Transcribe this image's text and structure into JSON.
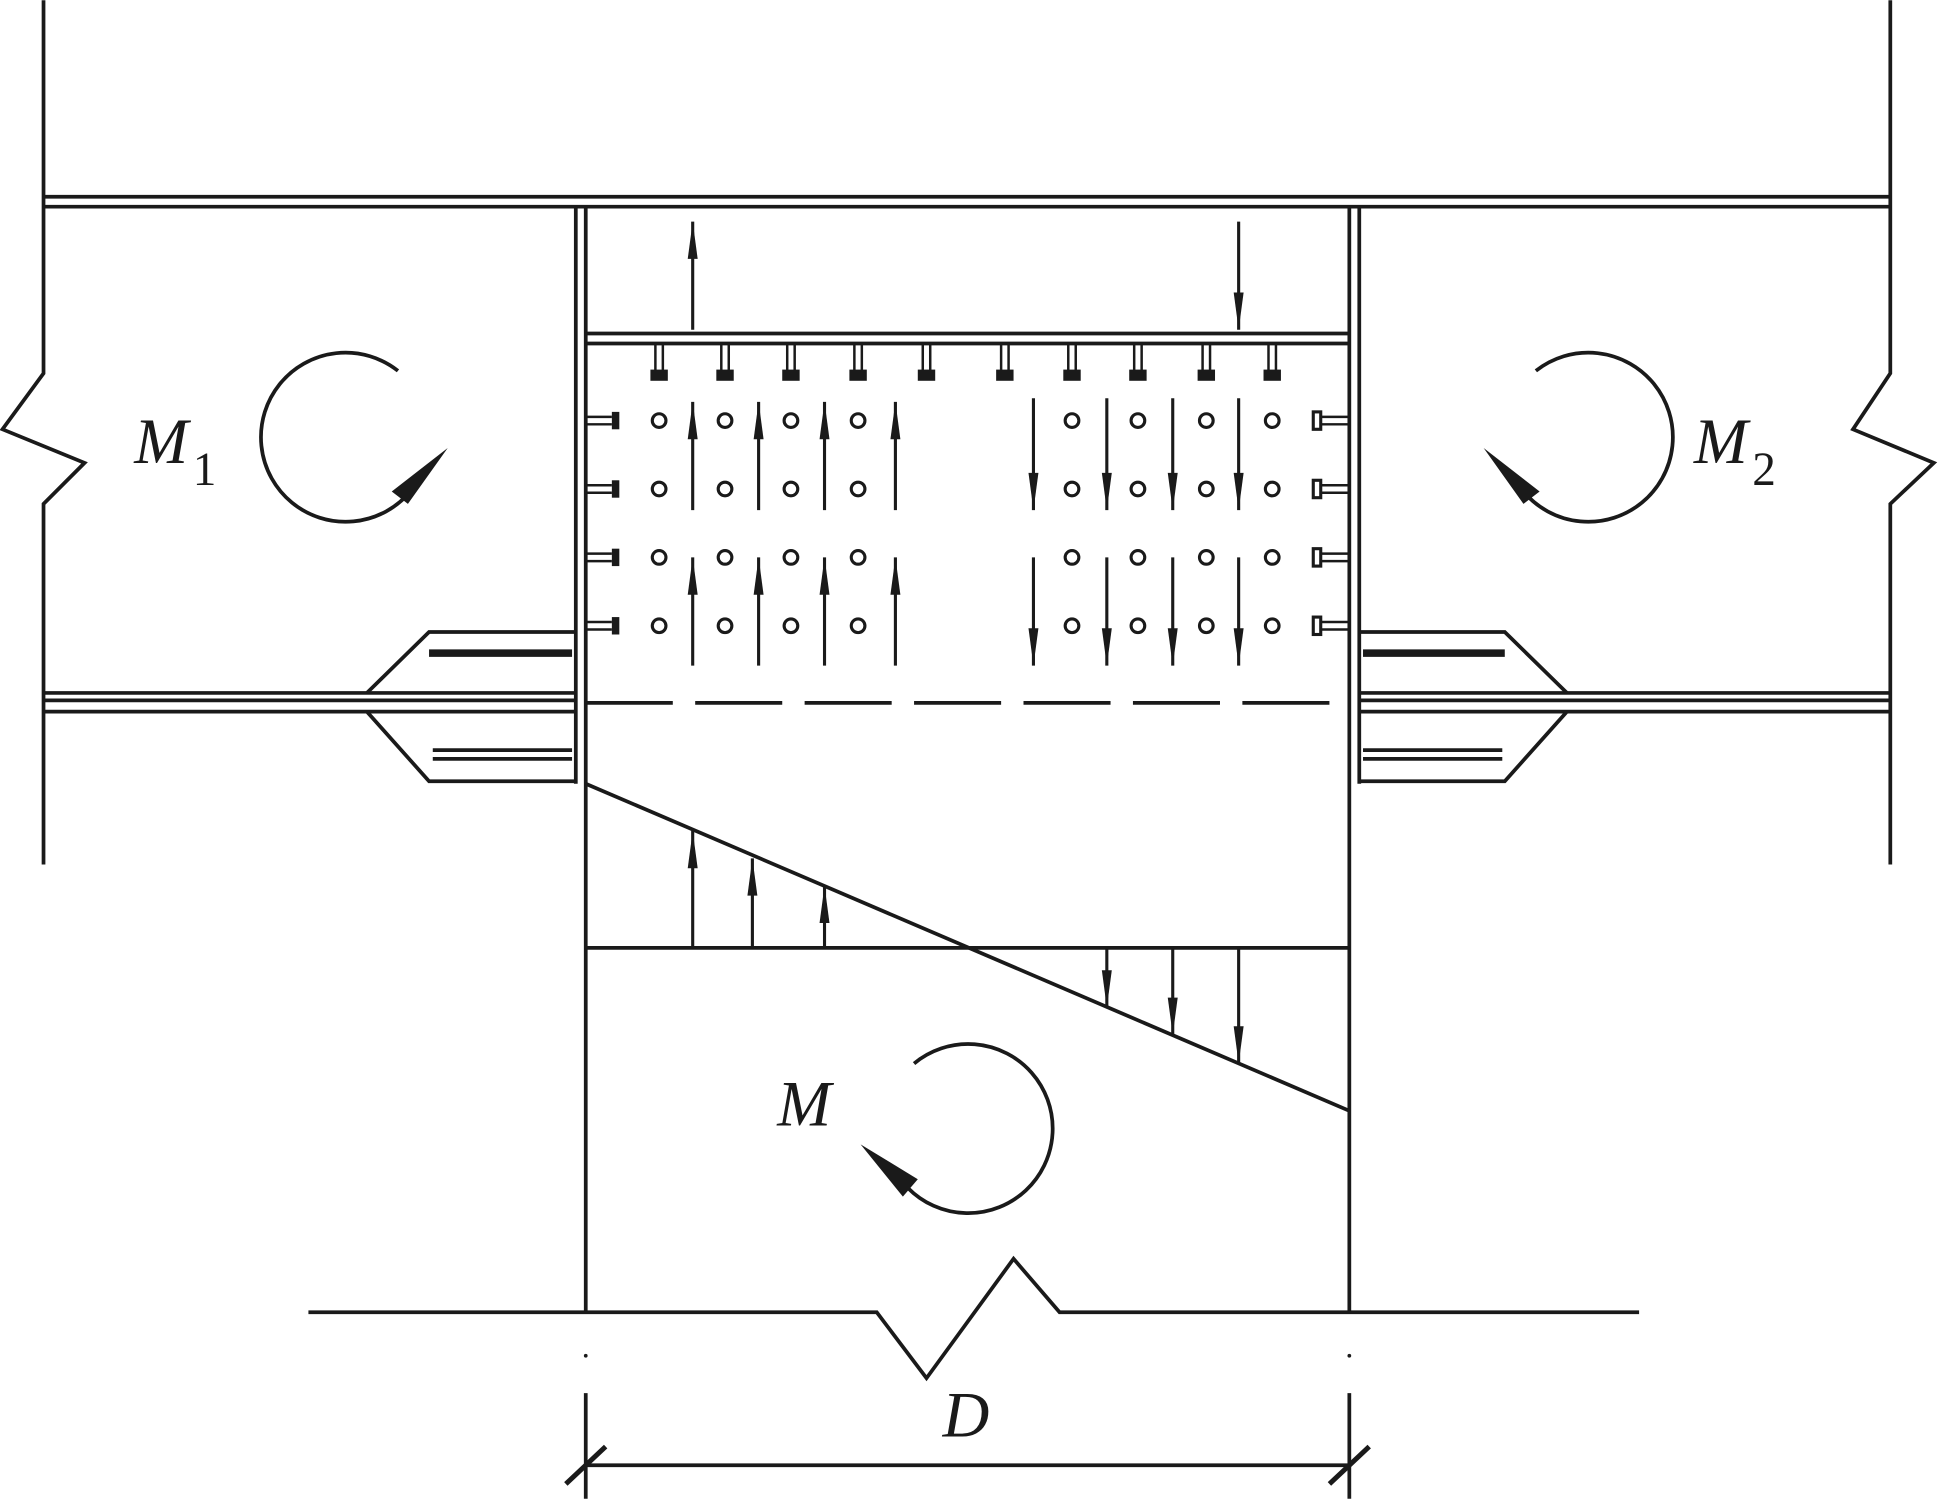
{
  "labels": {
    "m1": {
      "main": "M",
      "sub": "1"
    },
    "m2": {
      "main": "M",
      "sub": "2"
    },
    "m": "M",
    "d": "D"
  },
  "colors": {
    "ink": "#1a1a1a",
    "background": "#ffffff"
  }
}
